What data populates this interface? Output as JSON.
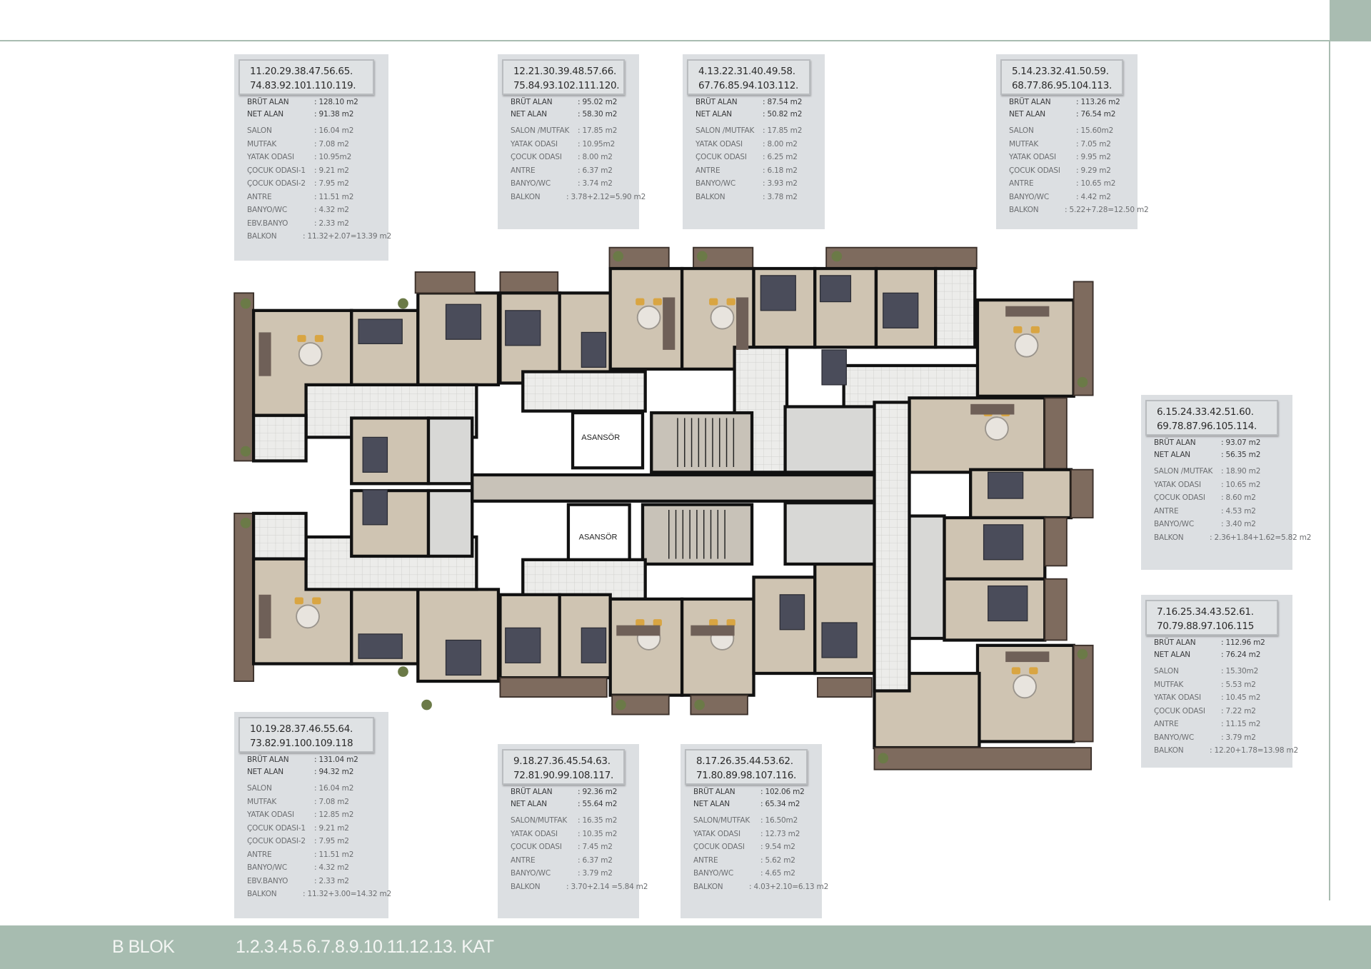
{
  "footer": {
    "block": "B BLOK",
    "floors": "1.2.3.4.5.6.7.8.9.10.11.12.13.  KAT"
  },
  "plan": {
    "elevator_label": "ASANSÖR"
  },
  "colors": {
    "accent": "#a7bcb0",
    "info_box": "#dcdfe2",
    "wall": "#111111",
    "wood_floor": "#cfc4b2",
    "tile": "#ebebe8",
    "balcony": "#7e6b5e"
  },
  "units": [
    {
      "line1": "11.20.29.38.47.56.65.",
      "line2": "74.83.92.101.110.119.",
      "rows": [
        {
          "label": "BRÜT ALAN",
          "value": ": 128.10 m2"
        },
        {
          "label": "NET ALAN",
          "value": ": 91.38 m2"
        },
        {
          "label": "SALON",
          "value": ": 16.04 m2"
        },
        {
          "label": "MUTFAK",
          "value": ": 7.08 m2"
        },
        {
          "label": "YATAK ODASI",
          "value": ": 10.95m2"
        },
        {
          "label": "ÇOCUK ODASI-1",
          "value": ": 9.21 m2"
        },
        {
          "label": "ÇOCUK ODASI-2",
          "value": ": 7.95 m2"
        },
        {
          "label": "ANTRE",
          "value": ": 11.51 m2"
        },
        {
          "label": "BANYO/WC",
          "value": ": 4.32 m2"
        },
        {
          "label": "EBV.BANYO",
          "value": ": 2.33 m2"
        },
        {
          "label": "BALKON",
          "value": ": 11.32+2.07=13.39 m2"
        }
      ]
    },
    {
      "line1": "12.21.30.39.48.57.66.",
      "line2": "75.84.93.102.111.120.",
      "rows": [
        {
          "label": "BRÜT ALAN",
          "value": ": 95.02 m2"
        },
        {
          "label": "NET ALAN",
          "value": ": 58.30 m2"
        },
        {
          "label": "SALON /MUTFAK",
          "value": ": 17.85 m2"
        },
        {
          "label": "YATAK ODASI",
          "value": ": 10.95m2"
        },
        {
          "label": "ÇOCUK ODASI",
          "value": ": 8.00 m2"
        },
        {
          "label": "ANTRE",
          "value": ": 6.37 m2"
        },
        {
          "label": "BANYO/WC",
          "value": ": 3.74 m2"
        },
        {
          "label": "BALKON",
          "value": ": 3.78+2.12=5.90 m2"
        }
      ]
    },
    {
      "line1": "4.13.22.31.40.49.58.",
      "line2": "67.76.85.94.103.112.",
      "rows": [
        {
          "label": "BRÜT ALAN",
          "value": ": 87.54 m2"
        },
        {
          "label": "NET ALAN",
          "value": ": 50.82 m2"
        },
        {
          "label": "SALON /MUTFAK",
          "value": ": 17.85 m2"
        },
        {
          "label": "YATAK ODASI",
          "value": ": 8.00 m2"
        },
        {
          "label": "ÇOCUK ODASI",
          "value": ": 6.25 m2"
        },
        {
          "label": "ANTRE",
          "value": ": 6.18 m2"
        },
        {
          "label": "BANYO/WC",
          "value": ": 3.93 m2"
        },
        {
          "label": "BALKON",
          "value": ": 3.78 m2"
        }
      ]
    },
    {
      "line1": "5.14.23.32.41.50.59.",
      "line2": "68.77.86.95.104.113.",
      "rows": [
        {
          "label": "BRÜT ALAN",
          "value": ": 113.26 m2"
        },
        {
          "label": "NET ALAN",
          "value": ": 76.54 m2"
        },
        {
          "label": "SALON",
          "value": ": 15.60m2"
        },
        {
          "label": "MUTFAK",
          "value": ": 7.05 m2"
        },
        {
          "label": "YATAK ODASI",
          "value": ": 9.95 m2"
        },
        {
          "label": "ÇOCUK ODASI",
          "value": ": 9.29 m2"
        },
        {
          "label": "ANTRE",
          "value": ": 10.65 m2"
        },
        {
          "label": "BANYO/WC",
          "value": ": 4.42 m2"
        },
        {
          "label": "BALKON",
          "value": ": 5.22+7.28=12.50 m2"
        }
      ]
    },
    {
      "line1": "6.15.24.33.42.51.60.",
      "line2": "69.78.87.96.105.114.",
      "rows": [
        {
          "label": "BRÜT ALAN",
          "value": ": 93.07 m2"
        },
        {
          "label": "NET ALAN",
          "value": ": 56.35 m2"
        },
        {
          "label": "SALON /MUTFAK",
          "value": ": 18.90 m2"
        },
        {
          "label": "YATAK ODASI",
          "value": ": 10.65 m2"
        },
        {
          "label": "ÇOCUK ODASI",
          "value": ": 8.60 m2"
        },
        {
          "label": "ANTRE",
          "value": ": 4.53 m2"
        },
        {
          "label": "BANYO/WC",
          "value": ": 3.40 m2"
        },
        {
          "label": "BALKON",
          "value": ": 2.36+1.84+1.62=5.82 m2"
        }
      ]
    },
    {
      "line1": "7.16.25.34.43.52.61.",
      "line2": "70.79.88.97.106.115",
      "rows": [
        {
          "label": "BRÜT ALAN",
          "value": ": 112.96 m2"
        },
        {
          "label": "NET ALAN",
          "value": ": 76.24 m2"
        },
        {
          "label": "SALON",
          "value": ": 15.30m2"
        },
        {
          "label": "MUTFAK",
          "value": ": 5.53 m2"
        },
        {
          "label": "YATAK ODASI",
          "value": ": 10.45 m2"
        },
        {
          "label": "ÇOCUK ODASI",
          "value": ": 7.22 m2"
        },
        {
          "label": "ANTRE",
          "value": ": 11.15 m2"
        },
        {
          "label": "BANYO/WC",
          "value": ": 3.79 m2"
        },
        {
          "label": "BALKON",
          "value": ": 12.20+1.78=13.98 m2"
        }
      ]
    },
    {
      "line1": "10.19.28.37.46.55.64.",
      "line2": "73.82.91.100.109.118",
      "rows": [
        {
          "label": "BRÜT ALAN",
          "value": ": 131.04 m2"
        },
        {
          "label": "NET ALAN",
          "value": ": 94.32 m2"
        },
        {
          "label": "SALON",
          "value": ": 16.04 m2"
        },
        {
          "label": "MUTFAK",
          "value": ": 7.08 m2"
        },
        {
          "label": "YATAK ODASI",
          "value": ": 12.85 m2"
        },
        {
          "label": "ÇOCUK ODASI-1",
          "value": ": 9.21 m2"
        },
        {
          "label": "ÇOCUK ODASI-2",
          "value": ": 7.95 m2"
        },
        {
          "label": "ANTRE",
          "value": ": 11.51 m2"
        },
        {
          "label": "BANYO/WC",
          "value": ": 4.32 m2"
        },
        {
          "label": "EBV.BANYO",
          "value": ": 2.33 m2"
        },
        {
          "label": "BALKON",
          "value": ": 11.32+3.00=14.32 m2"
        }
      ]
    },
    {
      "line1": "9.18.27.36.45.54.63.",
      "line2": "72.81.90.99.108.117.",
      "rows": [
        {
          "label": "BRÜT ALAN",
          "value": ": 92.36 m2"
        },
        {
          "label": "NET ALAN",
          "value": ": 55.64 m2"
        },
        {
          "label": "SALON/MUTFAK",
          "value": ": 16.35 m2"
        },
        {
          "label": "YATAK ODASI",
          "value": ": 10.35 m2"
        },
        {
          "label": "ÇOCUK ODASI",
          "value": ": 7.45 m2"
        },
        {
          "label": "ANTRE",
          "value": ": 6.37 m2"
        },
        {
          "label": "BANYO/WC",
          "value": ": 3.79 m2"
        },
        {
          "label": "BALKON",
          "value": ": 3.70+2.14 =5.84 m2"
        }
      ]
    },
    {
      "line1": "8.17.26.35.44.53.62.",
      "line2": "71.80.89.98.107.116.",
      "rows": [
        {
          "label": "BRÜT ALAN",
          "value": ": 102.06 m2"
        },
        {
          "label": "NET ALAN",
          "value": ": 65.34 m2"
        },
        {
          "label": "SALON/MUTFAK",
          "value": ": 16.50m2"
        },
        {
          "label": "YATAK ODASI",
          "value": ": 12.73 m2"
        },
        {
          "label": "ÇOCUK ODASI",
          "value": ": 9.54 m2"
        },
        {
          "label": "ANTRE",
          "value": ": 5.62 m2"
        },
        {
          "label": "BANYO/WC",
          "value": ": 4.65 m2"
        },
        {
          "label": "BALKON",
          "value": ": 4.03+2.10=6.13 m2"
        }
      ]
    }
  ]
}
